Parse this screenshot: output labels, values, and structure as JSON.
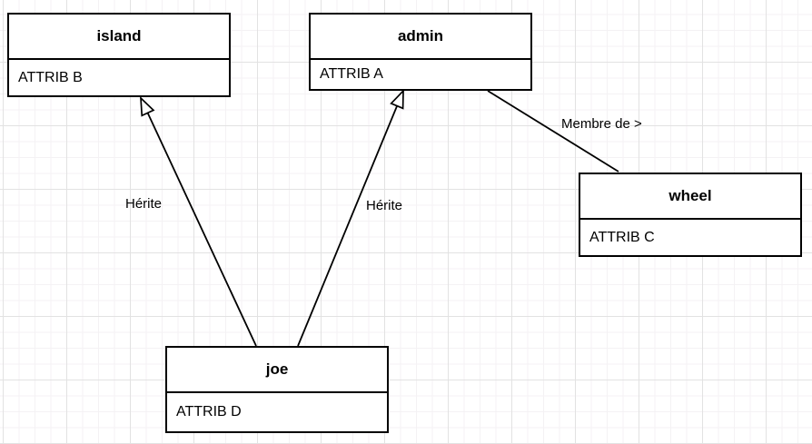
{
  "diagram": {
    "nodes": [
      {
        "id": "island",
        "title": "island",
        "attribute": "ATTRIB B"
      },
      {
        "id": "admin",
        "title": "admin",
        "attribute": "ATTRIB A"
      },
      {
        "id": "wheel",
        "title": "wheel",
        "attribute": "ATTRIB C"
      },
      {
        "id": "joe",
        "title": "joe",
        "attribute": "ATTRIB D"
      }
    ],
    "edges": [
      {
        "from": "joe",
        "to": "island",
        "label": "Hérite",
        "type": "inheritance"
      },
      {
        "from": "joe",
        "to": "admin",
        "label": "Hérite",
        "type": "inheritance"
      },
      {
        "from": "admin",
        "to": "wheel",
        "label": "Membre de >",
        "type": "association"
      }
    ],
    "colors": {
      "node_fill": "#ffffff",
      "stroke": "#000000",
      "grid_minor": "#f4f2f4",
      "grid_major": "#e2e2e2",
      "background": "#ffffff"
    }
  }
}
